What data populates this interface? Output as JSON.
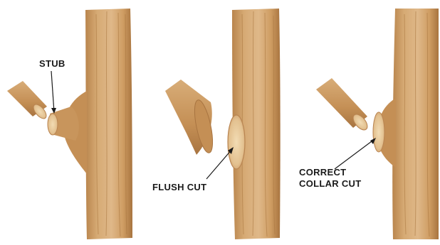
{
  "labels": {
    "stub": "STUB",
    "flush_cut": "FLUSH CUT",
    "correct_collar_cut_line1": "CORRECT",
    "correct_collar_cut_line2": "COLLAR CUT"
  },
  "colors": {
    "background": "#ffffff",
    "bark_light": "#d9ae7a",
    "bark_mid": "#c48f55",
    "bark_dark": "#9c6a38",
    "cut_face": "#ecd3a8",
    "cut_ring": "#b98552",
    "callout_line": "#1a1a1a"
  }
}
